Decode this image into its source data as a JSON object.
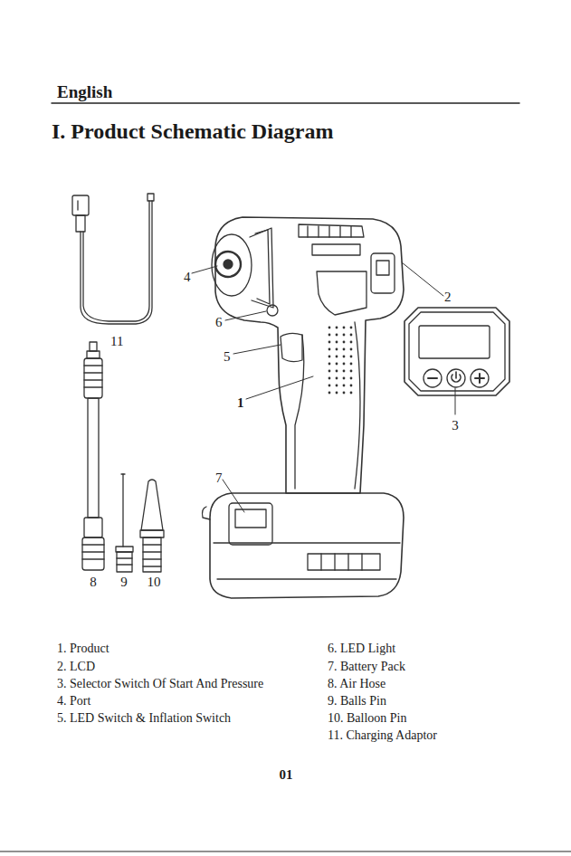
{
  "diagram": {
    "title": "I. Product Schematic Diagram",
    "labels": [
      "English",
      "4",
      "6",
      "5",
      "1",
      "2",
      "3",
      "11",
      "7",
      "8",
      "9",
      "10",
      "1. Product",
      "2. LCD",
      "3. Selector Switch Of Start And Pressure",
      "4. Port",
      "5. LED Switch & Inflation Switch",
      "6. LED Light",
      "7. Battery Pack",
      "8. Air Hose",
      "9. Balls Pin",
      "10. Balloon Pin",
      "11. Charging Adaptor",
      "01"
    ]
  }
}
